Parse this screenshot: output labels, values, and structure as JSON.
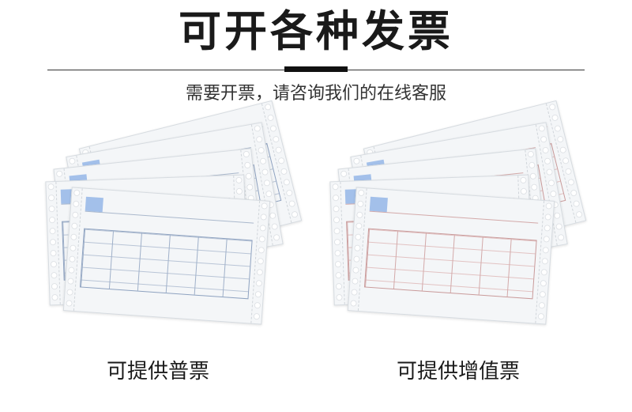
{
  "page": {
    "title": "可开各种发票",
    "subtitle": "需要开票，请咨询我们的在线客服"
  },
  "panels": [
    {
      "caption": "可提供普票"
    },
    {
      "caption": "可提供增值票"
    }
  ]
}
